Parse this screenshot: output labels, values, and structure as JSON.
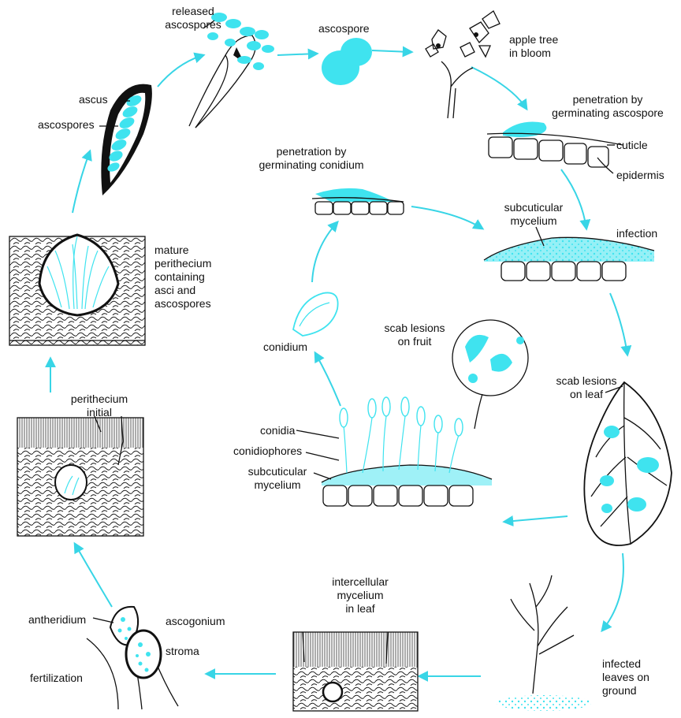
{
  "labels": {
    "released_ascospores": "released\nascospores",
    "ascospore": "ascospore",
    "apple_tree": "apple tree\nin bloom",
    "penetration_ascospore": "penetration by\ngerminating ascospore",
    "cuticle": "cuticle",
    "epidermis": "epidermis",
    "ascus": "ascus",
    "ascospores": "ascospores",
    "penetration_conidium": "penetration by\ngerminating conidium",
    "subcuticular_mycelium_top": "subcuticular\nmycelium",
    "infection": "infection",
    "mature_perithecium": "mature\nperithecium\ncontaining\nasci and\nascospores",
    "scab_fruit": "scab lesions\non fruit",
    "conidium": "conidium",
    "scab_leaf": "scab lesions\non leaf",
    "perithecium_initial": "perithecium\ninitial",
    "conidia": "conidia",
    "conidiophores": "conidiophores",
    "subcuticular_mycelium_bottom": "subcuticular\nmycelium",
    "intercellular_mycelium": "intercellular\nmycelium\nin leaf",
    "antheridium": "antheridium",
    "ascogonium": "ascogonium",
    "stroma": "stroma",
    "fertilization": "fertilization",
    "infected_leaves": "infected\nleaves on\nground"
  },
  "colors": {
    "accent": "#3fe3ef",
    "ink": "#111111"
  }
}
